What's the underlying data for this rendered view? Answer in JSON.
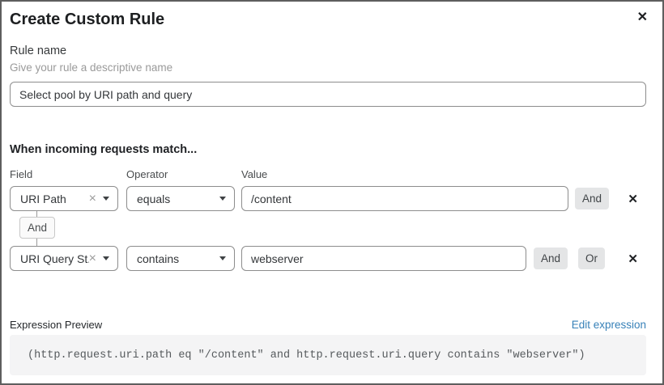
{
  "dialog": {
    "title": "Create Custom Rule"
  },
  "icons": {
    "close": "✕",
    "clear": "×",
    "remove": "✕"
  },
  "rule_name": {
    "label": "Rule name",
    "helper": "Give your rule a descriptive name",
    "value": "Select pool by URI path and query"
  },
  "match": {
    "heading": "When incoming requests match...",
    "columns": {
      "field": "Field",
      "operator": "Operator",
      "value": "Value"
    },
    "connector": "And",
    "rows": [
      {
        "field": "URI Path",
        "operator": "equals",
        "value": "/content",
        "and_label": "And"
      },
      {
        "field": "URI Query St...",
        "operator": "contains",
        "value": "webserver",
        "and_label": "And",
        "or_label": "Or"
      }
    ]
  },
  "expression": {
    "label": "Expression Preview",
    "edit_link": "Edit expression",
    "code": "(http.request.uri.path eq \"/content\" and http.request.uri.query contains \"webserver\")"
  },
  "colors": {
    "link_blue": "#3781b8",
    "input_border": "#8d8d8d",
    "chip_bg": "#e4e5e6",
    "code_bg": "#f4f4f5",
    "text_dark": "#25282b",
    "text_muted": "#9a9a9a"
  }
}
